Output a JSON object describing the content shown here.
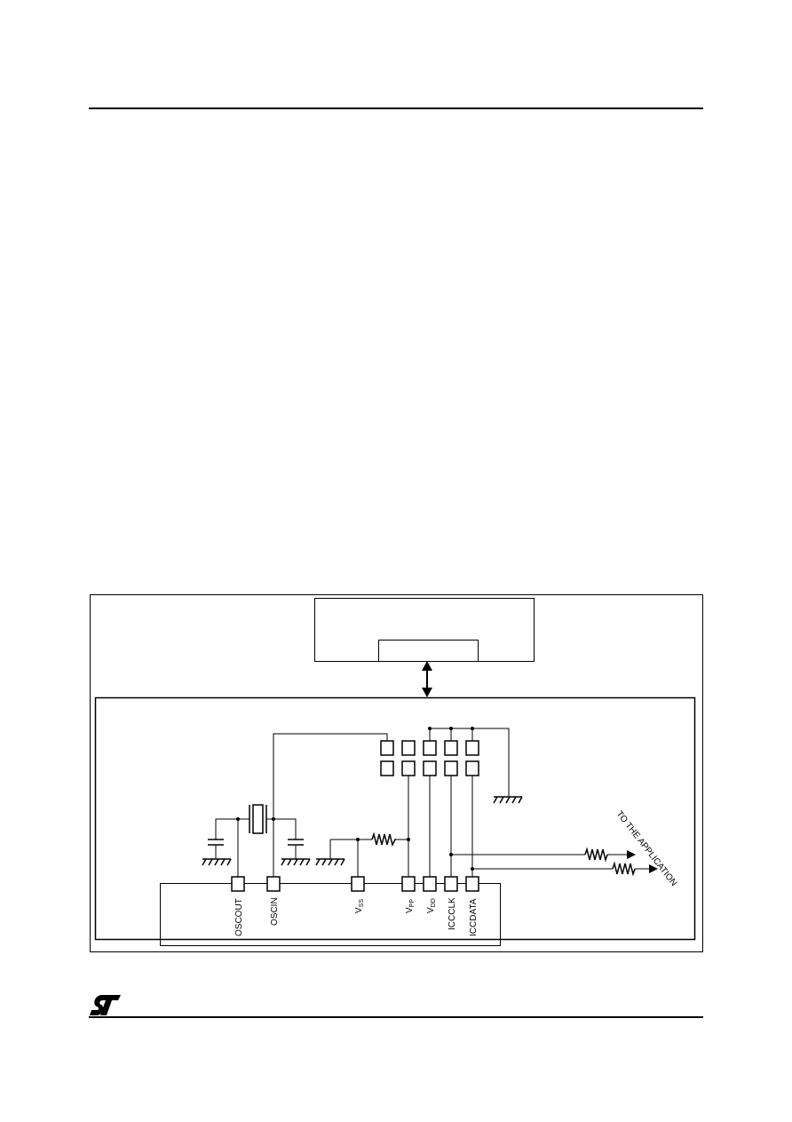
{
  "schematic": {
    "pins": [
      {
        "id": "oscout",
        "label": "OSCOUT",
        "sub": ""
      },
      {
        "id": "oscin",
        "label": "OSCIN",
        "sub": ""
      },
      {
        "id": "vss",
        "label": "V",
        "sub": "SS"
      },
      {
        "id": "vpp",
        "label": "V",
        "sub": "PP"
      },
      {
        "id": "vdd",
        "label": "V",
        "sub": "DD"
      },
      {
        "id": "iccclk",
        "label": "ICCCLK",
        "sub": ""
      },
      {
        "id": "iccdata",
        "label": "ICCDATA",
        "sub": ""
      }
    ],
    "application_label": "TO THE APPLICATION"
  },
  "logo": {
    "icon": "st-logo-icon",
    "text": "ST"
  }
}
